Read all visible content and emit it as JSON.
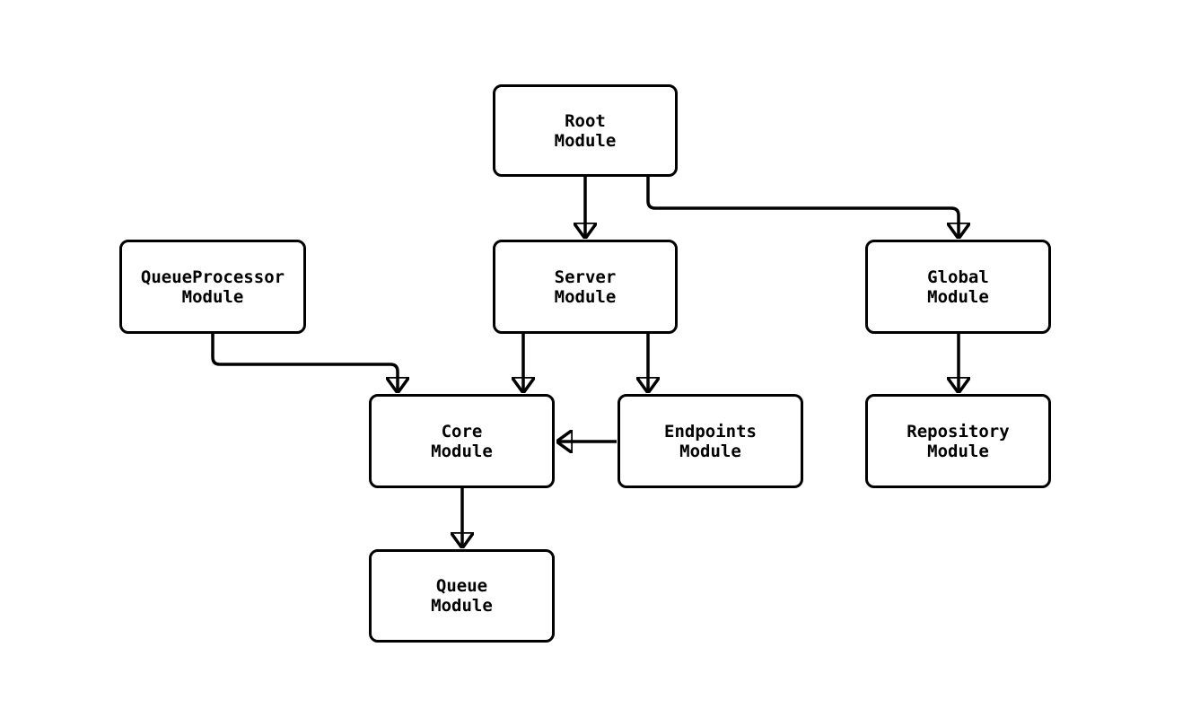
{
  "diagram": {
    "type": "flowchart",
    "direction": "top-down",
    "colors": {
      "background": "#ffffff",
      "node_fill": "#ffffff",
      "node_border": "#000000",
      "edge": "#000000",
      "text": "#000000"
    },
    "nodes": {
      "root": {
        "line1": "Root",
        "line2": "Module"
      },
      "queue_processor": {
        "line1": "QueueProcessor",
        "line2": "Module"
      },
      "server": {
        "line1": "Server",
        "line2": "Module"
      },
      "global": {
        "line1": "Global",
        "line2": "Module"
      },
      "core": {
        "line1": "Core",
        "line2": "Module"
      },
      "endpoints": {
        "line1": "Endpoints",
        "line2": "Module"
      },
      "repository": {
        "line1": "Repository",
        "line2": "Module"
      },
      "queue": {
        "line1": "Queue",
        "line2": "Module"
      }
    },
    "edges": [
      {
        "from": "Root Module",
        "to": "Server Module"
      },
      {
        "from": "Root Module",
        "to": "Global Module"
      },
      {
        "from": "QueueProcessor Module",
        "to": "Core Module"
      },
      {
        "from": "Server Module",
        "to": "Core Module"
      },
      {
        "from": "Server Module",
        "to": "Endpoints Module"
      },
      {
        "from": "Endpoints Module",
        "to": "Core Module"
      },
      {
        "from": "Global Module",
        "to": "Repository Module"
      },
      {
        "from": "Core Module",
        "to": "Queue Module"
      }
    ]
  }
}
